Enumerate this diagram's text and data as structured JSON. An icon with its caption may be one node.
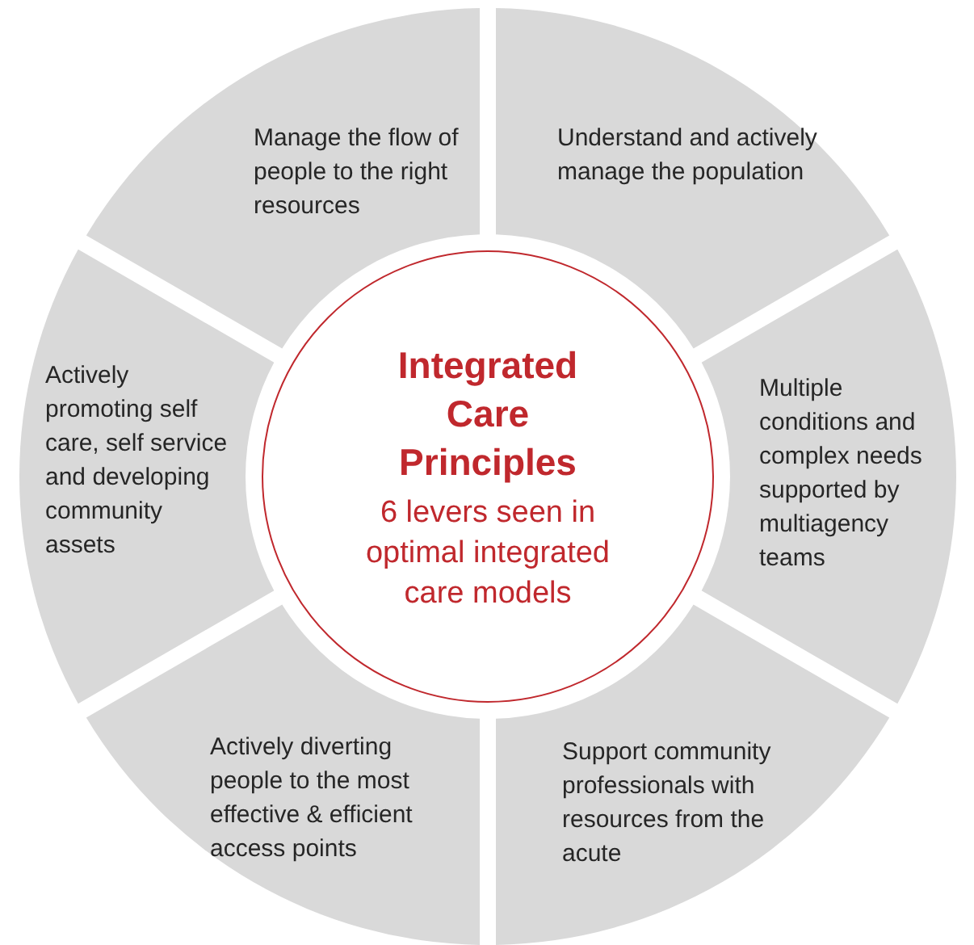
{
  "diagram": {
    "nodes": [
      {
        "text": [
          "Integrated Care Principles",
          "6 levers seen in optimal integrated care models"
        ]
      },
      {
        "text": [
          "Manage the flow of people to the right resources"
        ]
      },
      {
        "text": [
          "Understand and actively manage the population"
        ]
      },
      {
        "text": [
          "Multiple conditions and complex needs supported by multiagency teams"
        ]
      },
      {
        "text": [
          "Support community professionals with resources from the acute"
        ]
      },
      {
        "text": [
          "Actively diverting people to the most effective & efficient access points"
        ]
      },
      {
        "text": [
          "Actively promoting self care, self service and developing community assets"
        ]
      }
    ]
  }
}
